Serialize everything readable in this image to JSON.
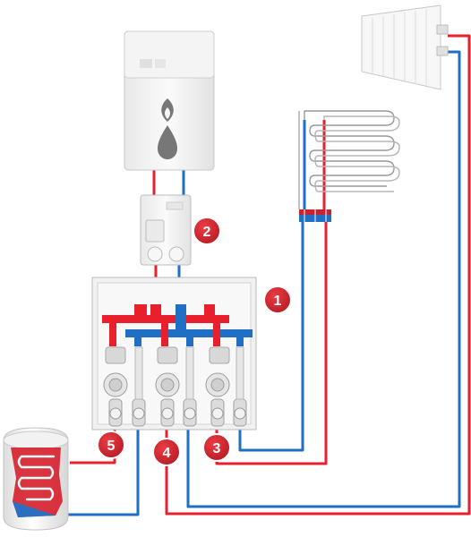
{
  "colors": {
    "hot_pipe": "#e8202e",
    "cold_pipe": "#1f6fc5",
    "badge": "#d2232a",
    "badge_ring": "#ffffff",
    "device_body": "#f3f3f3",
    "device_outline": "#c8c8c8",
    "flame_icon": "#777777"
  },
  "components": {
    "boiler": {
      "icon": "flame-and-drop-icon",
      "logo_text": ""
    },
    "hydraulic_separator": {
      "icon": "low-loss-header"
    },
    "manifold_station": {
      "icon": "pump-manifold"
    },
    "radiator": {
      "icon": "radiator-icon"
    },
    "underfloor_coil": {
      "icon": "underfloor-heating-loop"
    },
    "hot_water_tank": {
      "icon": "dhw-cylinder-with-coil"
    }
  },
  "badges": [
    {
      "label": "1",
      "target": "manifold_station"
    },
    {
      "label": "2",
      "target": "hydraulic_separator"
    },
    {
      "label": "3",
      "target": "underfloor_coil"
    },
    {
      "label": "4",
      "target": "radiator"
    },
    {
      "label": "5",
      "target": "hot_water_tank"
    }
  ]
}
